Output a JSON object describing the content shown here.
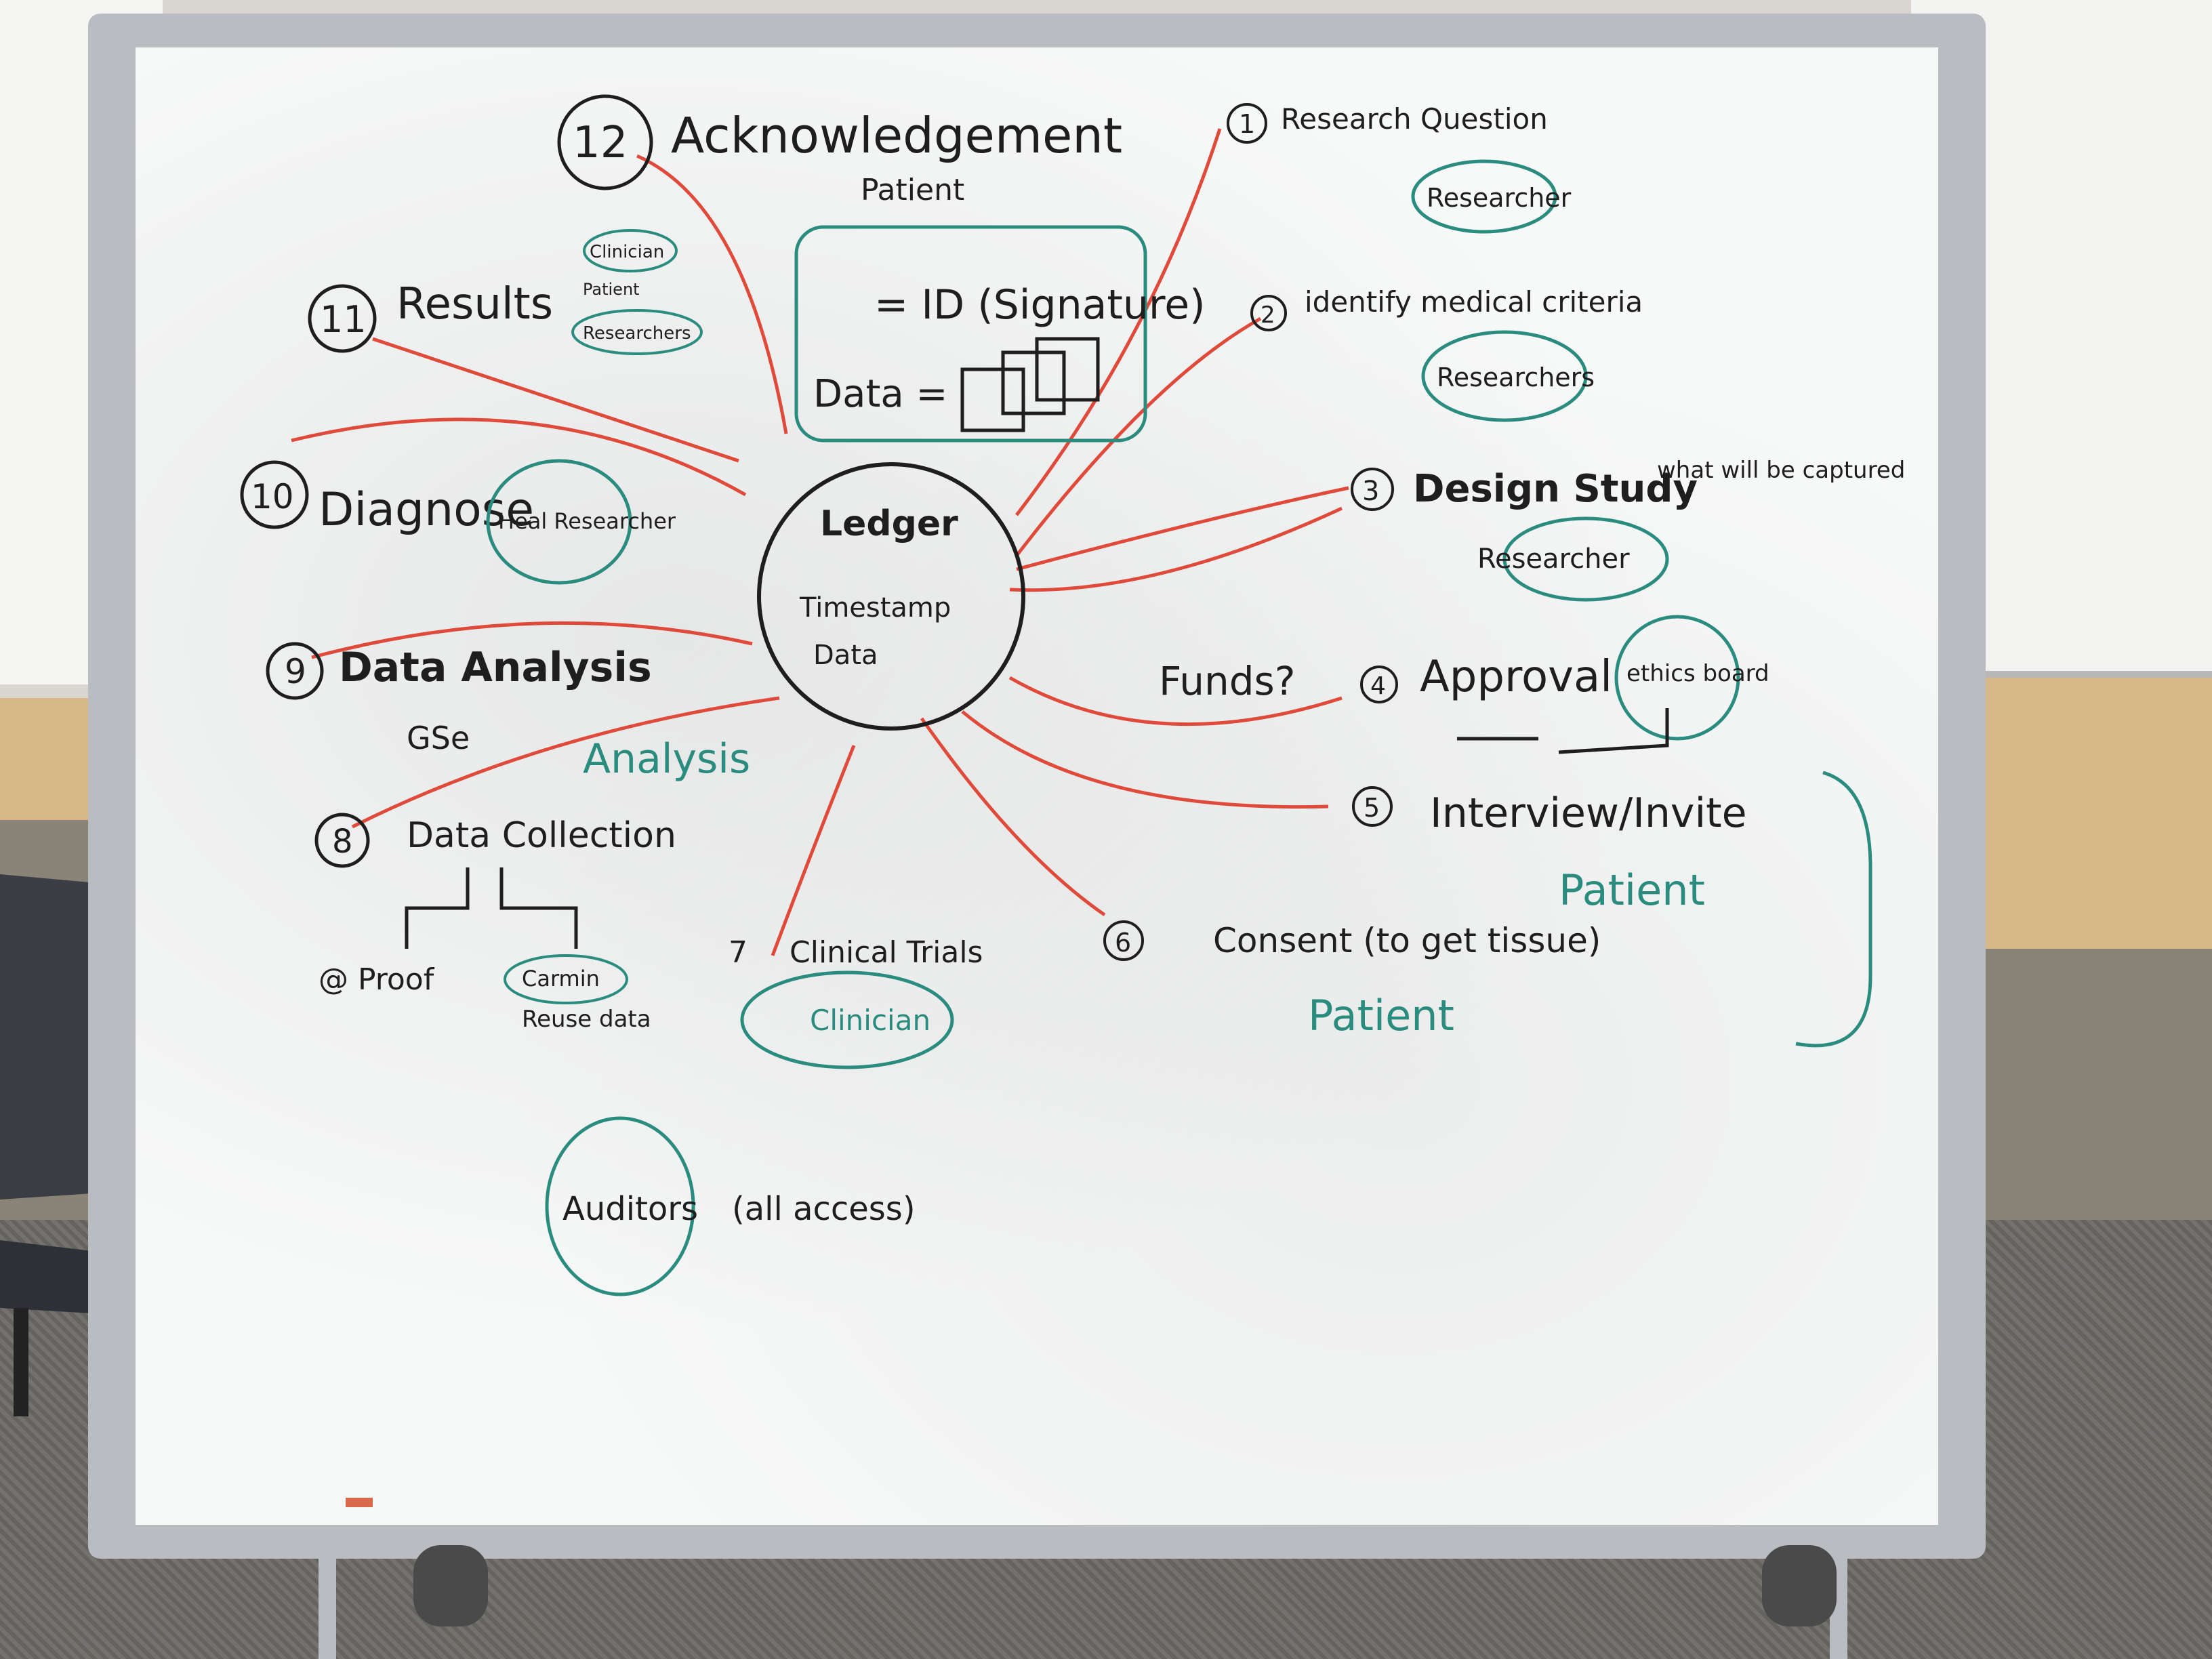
{
  "colors": {
    "black_marker": "#1e1e1e",
    "red_marker": "#e04a3a",
    "teal_marker": "#2a8c7e"
  },
  "center": {
    "title": "Ledger",
    "items": [
      "Timestamp",
      "Data"
    ]
  },
  "step12": {
    "number": "12",
    "title": "Acknowledgement",
    "sub": "Patient"
  },
  "id_box": {
    "id_label": "= ID (Signature)",
    "data_label": "Data ="
  },
  "step11": {
    "number": "11",
    "title": "Results",
    "roles": [
      "Clinician",
      "Patient",
      "Researchers"
    ]
  },
  "step10": {
    "number": "10",
    "title": "Diagnose",
    "circle": "Heal Researcher"
  },
  "step9": {
    "number": "9",
    "title": "Data Analysis",
    "arrow": "GSe",
    "teal": "Analysis"
  },
  "step8": {
    "number": "8",
    "title": "Data Collection",
    "left": "@ Proof",
    "right1": "Carmin",
    "right2": "Reuse data"
  },
  "step7": {
    "number": "7",
    "title": "Clinical Trials",
    "circle": "Clinician"
  },
  "step1": {
    "number": "1",
    "title": "Research Question",
    "circle": "Researcher"
  },
  "step2": {
    "number": "2",
    "title": "identify medical criteria",
    "circle": "Researchers"
  },
  "step3": {
    "number": "3",
    "title": "Design Study",
    "note": "what will be captured",
    "circle": "Researcher"
  },
  "step4": {
    "number": "4",
    "title": "Approval",
    "funds": "Funds?",
    "circle": "ethics board"
  },
  "step5": {
    "number": "5",
    "title": "Interview/Invite",
    "teal": "Patient"
  },
  "step6": {
    "number": "6",
    "title": "Consent (to get tissue)",
    "teal": "Patient"
  },
  "auditors": {
    "circle": "Auditors",
    "paren": "(all access)"
  }
}
